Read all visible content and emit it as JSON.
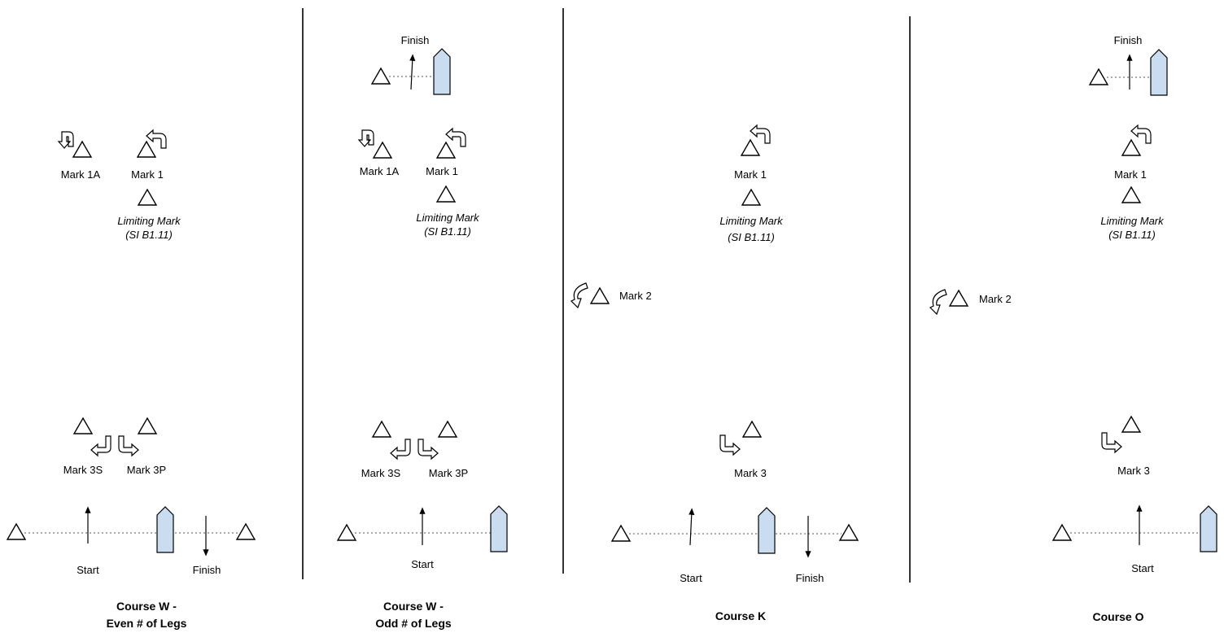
{
  "courses": {
    "w_even": {
      "title_line1": "Course W -",
      "title_line2": "Even # of Legs",
      "mark_1a": "Mark 1A",
      "mark_1": "Mark 1",
      "limiting_line1": "Limiting Mark",
      "limiting_line2": "(SI B1.11)",
      "mark_3s": "Mark 3S",
      "mark_3p": "Mark 3P",
      "start": "Start",
      "finish": "Finish"
    },
    "w_odd": {
      "title_line1": "Course W -",
      "title_line2": "Odd # of Legs",
      "finish": "Finish",
      "mark_1a": "Mark 1A",
      "mark_1": "Mark 1",
      "limiting_line1": "Limiting Mark",
      "limiting_line2": "(SI B1.11)",
      "mark_3s": "Mark 3S",
      "mark_3p": "Mark 3P",
      "start": "Start"
    },
    "k": {
      "title": "Course K",
      "mark_1": "Mark 1",
      "limiting_line1": "Limiting Mark",
      "limiting_line2": "(SI B1.11)",
      "mark_2": "Mark 2",
      "mark_3": "Mark 3",
      "start": "Start",
      "finish": "Finish"
    },
    "o": {
      "title": "Course O",
      "finish": "Finish",
      "mark_1": "Mark 1",
      "limiting_line1": "Limiting Mark",
      "limiting_line2": "(SI B1.11)",
      "mark_2": "Mark 2",
      "mark_3": "Mark 3",
      "start": "Start"
    }
  },
  "colors": {
    "committee_boat": "#c9dcf0",
    "ink": "#000000"
  }
}
